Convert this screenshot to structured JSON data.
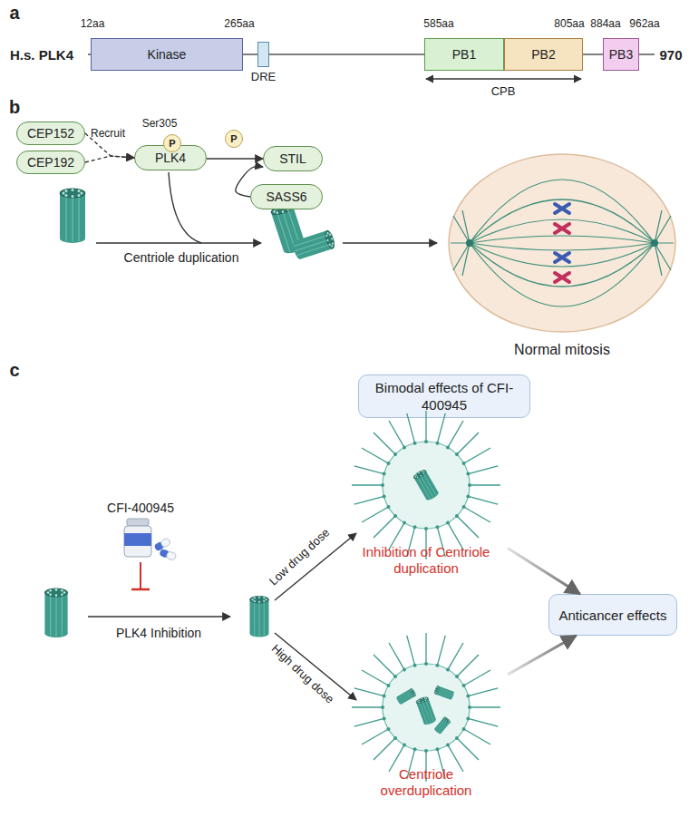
{
  "diagram": {
    "nodes": [
      {
        "text": [
          "Kinase"
        ]
      },
      {
        "text": [
          "DRE"
        ]
      },
      {
        "text": [
          "PB1"
        ]
      },
      {
        "text": [
          "PB2"
        ]
      },
      {
        "text": [
          "PB3"
        ]
      },
      {
        "text": [
          "CEP152"
        ]
      },
      {
        "text": [
          "CEP192"
        ]
      },
      {
        "text": [
          "P"
        ]
      },
      {
        "text": [
          "PLK4"
        ]
      },
      {
        "text": [
          "P"
        ]
      },
      {
        "text": [
          "STIL"
        ]
      },
      {
        "text": [
          "SASS6"
        ]
      },
      {
        "text": [
          "Bimodal effects of CFI-400945"
        ]
      },
      {
        "text": [
          "Inhibition of Centriole duplication"
        ]
      },
      {
        "text": [
          "Anticancer effects"
        ]
      },
      {
        "text": [
          "Centriole overduplication"
        ]
      }
    ],
    "edges": [
      {
        "from": 5,
        "to": 8,
        "label": "Recruit",
        "arrow": "to"
      },
      {
        "from": 6,
        "to": 8,
        "arrow": "to"
      },
      {
        "from": 8,
        "to": 10,
        "arrow": "to"
      },
      {
        "from": 11,
        "to": 10,
        "arrow": "to"
      },
      {
        "from": 13,
        "to": 14,
        "arrow": "to"
      },
      {
        "from": 15,
        "to": 14,
        "arrow": "to"
      }
    ],
    "labels": [
      "a",
      "12aa",
      "265aa",
      "585aa",
      "805aa",
      "884aa",
      "962aa",
      "H.s. PLK4",
      "970",
      "CPB",
      "b",
      "Ser305",
      "Centriole duplication",
      "Normal mitosis",
      "c",
      "CFI-400945",
      "PLK4 Inhibition",
      "Low drug dose",
      "High drug dose"
    ]
  }
}
